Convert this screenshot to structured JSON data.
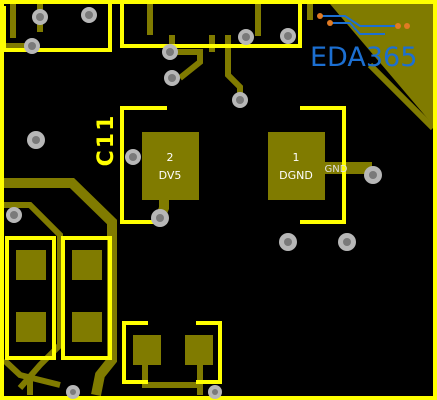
{
  "colors": {
    "background": "#000000",
    "board_outline": "#FFFF00",
    "silkscreen": "#FFFF00",
    "copper_trace": "#807B00",
    "pad": "#807B00",
    "via_ring": "#B7B7B7",
    "via_hole": "#7A7A7A",
    "pad_label": "#FFFFFF",
    "logo_text": "#1C6FD1",
    "logo_circuit": "#E07B24"
  },
  "components": {
    "c11": {
      "designator": "C11",
      "pad1": {
        "number": "1",
        "net": "DGND"
      },
      "pad2": {
        "number": "2",
        "net": "DV5"
      },
      "net_label_outside": "GND"
    }
  },
  "watermark": {
    "text": "EDA365",
    "icon_name": "circuit-trace-logo-icon"
  }
}
